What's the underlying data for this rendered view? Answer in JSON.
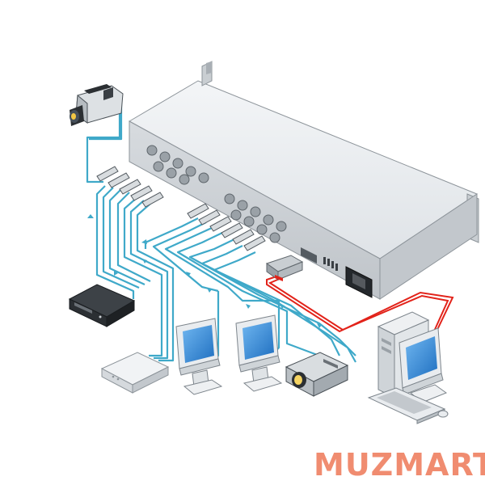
{
  "watermark": {
    "text": "MUZMART",
    "color": "#f08c70"
  },
  "colors": {
    "cable_blue": "#3fa9c9",
    "cable_red": "#e2231a",
    "device_body": "#e6e9ec",
    "device_dark": "#2b2f33",
    "screen": "#3a8fd8"
  },
  "devices": [
    {
      "id": "camcorder",
      "icon": "video-camera-icon"
    },
    {
      "id": "matrix-switcher",
      "icon": "switcher-chassis"
    },
    {
      "id": "recorder",
      "icon": "dvd-recorder-icon"
    },
    {
      "id": "set-top-box",
      "icon": "set-top-box-icon"
    },
    {
      "id": "monitor-1",
      "icon": "monitor-icon"
    },
    {
      "id": "monitor-2",
      "icon": "monitor-icon"
    },
    {
      "id": "projector",
      "icon": "projector-icon"
    },
    {
      "id": "pc",
      "icon": "computer-icon"
    }
  ]
}
